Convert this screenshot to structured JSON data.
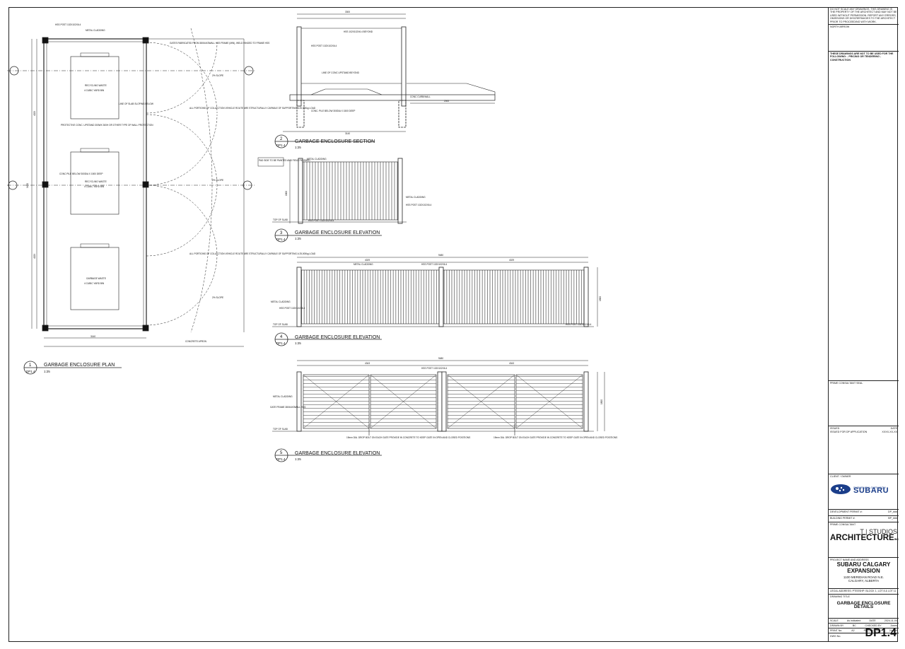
{
  "plan": {
    "view_no": "1",
    "sheet_ref": "DP1.4",
    "title": "GARBAGE ENCLOSURE PLAN",
    "scale": "1:25",
    "bins": [
      {
        "label": "RECYCLING WASTE",
        "size": "4 CUBIC YARD BIN"
      },
      {
        "label": "RECYCLING WASTE",
        "size": "4 CUBIC YARD BIN"
      },
      {
        "label": "GARBAGE WASTE",
        "size": "4 CUBIC YARD BIN"
      }
    ],
    "dims": {
      "overall_w": "3140",
      "overall_h": "9480",
      "seg_h": "4029",
      "seg_h2": "4029"
    },
    "notes": {
      "metal_cladding": "METAL CLADDING",
      "hss_post": "HSS POST 102X102X6.4",
      "protective_conc": "PROTECTIVE CONC. UPSTAND 300WX 300H OR OTHER TYPE OF WALL PROTECTION",
      "conc_pile": "CONC PILE BELOW 300DIA X 1500 DEEP",
      "gates": "GATES FABRICATED FROM 38X64X3WALL HSS FRAME (MIN), WELD HINGED TO FRAME HSS",
      "slab_line": "LINE OF SLAB SLOPING BELOW",
      "collection": "ALL PORTIONS OF COLLECTION VEHICLE ROUTE ARE STRUCTURALLY CAPABLE OF SUPPORTING A 25,000kg LOAD",
      "apron": "CONCRETE APRON",
      "slope": "2% SLOPE"
    }
  },
  "section": {
    "view_no": "2",
    "sheet_ref": "DP1.4",
    "title": "GARBAGE ENCLOSURE SECTION",
    "scale": "1:25",
    "dims": {
      "top": "3300",
      "bottom": "3140",
      "apron": "2000"
    },
    "notes": {
      "hss_beyond": "HSS 102X102X6.4 BEYOND",
      "hss_post": "HSS POST 102X102X6.4",
      "line_upstand": "LINE OF CONC UPSTAND BEYOND",
      "curb": "CONC CURB/WALL",
      "pile": "CONC. PILE BELOW 300DIA X 1500 DEEP"
    }
  },
  "elev3": {
    "view_no": "3",
    "sheet_ref": "DP1.4",
    "title": "GARBAGE ENCLOSURE ELEVATION",
    "scale": "1:25",
    "callout": "PAD SIDE TO BE PAINTED AND FIELD FINISHED",
    "metal_cladding": "METAL CLADDING",
    "hss_post": "HSS POST 102X102X6.4",
    "top_of_slab": "TOP OF SLAB",
    "height": "1800"
  },
  "elev4": {
    "view_no": "4",
    "sheet_ref": "DP1.4",
    "title": "GARBAGE ENCLOSURE ELEVATION",
    "scale": "1:25",
    "dims": {
      "overall": "9480",
      "left": "4029",
      "right": "4029"
    },
    "metal_cladding": "METAL CLADDING",
    "hss_post": "HSS POST 102X102X6.4",
    "top_of_slab": "TOP OF SLAB",
    "height": "1800"
  },
  "elev5": {
    "view_no": "5",
    "sheet_ref": "DP1.4",
    "title": "GARBAGE ENCLOSURE ELEVATION",
    "scale": "1:25",
    "dims": {
      "overall": "9480",
      "left": "4343",
      "right": "4343"
    },
    "metal_cladding": "METAL CLADDING",
    "gate_frame": "GATE FRAME 38X64X3WALL HSS",
    "top_of_slab": "TOP OF SLAB",
    "drop_bolt": "19mm DIA. DROP BOLT ON EACH GATE PROVIDE IN CONCRETE TO KEEP GATE IN OPEN AND CLOSED POSITIONS",
    "height": "1800"
  },
  "title_block": {
    "disclaimer": "DO NOT SCALE ANY DRAWINGS. THIS DRAWING IS THE PROPERTY OF THE ARCHITECT AND MAY NOT BE USED WITHOUT PERMISSION. REPORT ANY ERRORS, OMISSIONS OR DISCREPANCIES TO THE ARCHITECT PRIOR TO PROCEEDING WITH WORK.",
    "north_arrow": "NORTH ARROW",
    "notice": "THESE DRAWINGS ARE NOT TO BE USED FOR THE FOLLOWING: - PRICING OR TENDERING - CONSTRUCTION",
    "prime_seal": "PRIME CONSULTANT SEAL",
    "issued": "ISSUED",
    "date": "DATE",
    "issue_row": "ISSUED FOR DP APPLICATION",
    "issue_date": "XXXX-XX-XX",
    "client": "CLIENT / OWNER",
    "client_url": "SUBARUCALGARY.COM",
    "client_brand": "SUBARU",
    "dev_permit_label": "DEVELOPMENT PERMIT #:",
    "dev_permit": "DP_###",
    "bldg_permit_label": "BUILDING PERMIT #:",
    "bldg_permit": "BP_###",
    "prime_consultant": "PRIME CONSULTANT",
    "firm_top": "T | STUDIOS",
    "firm_main": "ARCHITECTURE",
    "firm_suffix": "INC",
    "project_label": "PROJECT NAME AND ADDRESS",
    "project_l1": "SUBARU CALGARY",
    "project_l2": "EXPANSION",
    "addr_l1": "1100 MERIDIAN ROAD N.E.",
    "addr_l2": "CALGARY, ALBERTA",
    "legal": "LEGAL ADDRESS: PTEESHP: BLOCK 1, LOT 8 & LOT 11",
    "drawing_title_label": "DRAWING TITLE",
    "drawing_l1": "GARBAGE ENCLOSURE",
    "drawing_l2": "DETAILS",
    "scale_label": "SCALE",
    "scale": "As indicated",
    "date_label": "DATE",
    "date_val": "2024-11-04",
    "drawn_label": "DRAWN BY",
    "drawn": "BC",
    "checked_label": "CHECKED BY",
    "checked": "Jones",
    "print_label": "PRINT No.",
    "print": "A2",
    "project_no_label": "PROJECT No.",
    "project_no": "24-259",
    "dwg_no_label": "DWG No.",
    "sheet": "DP1.4"
  }
}
